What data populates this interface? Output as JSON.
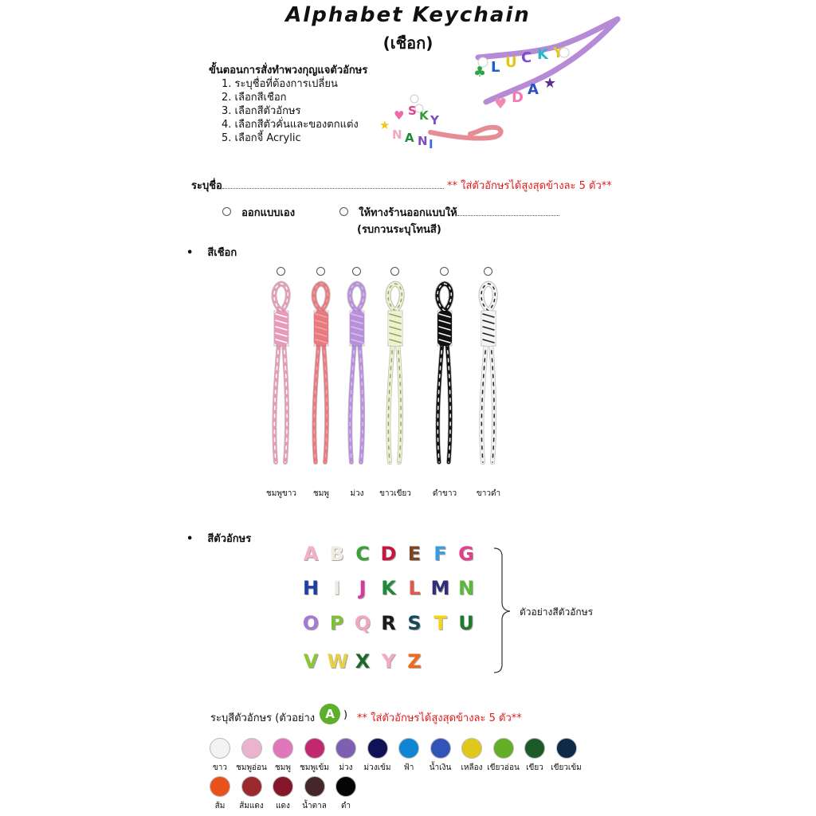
{
  "header": {
    "title": "Alphabet Keychain",
    "subtitle": "(เชือก)"
  },
  "steps": {
    "heading": "ขั้นตอนการสั่งทำพวงกุญแจตัวอักษร",
    "items": [
      "1. ระบุชื่อที่ต้องการเปลี่ยน",
      "2. เลือกสีเชือก",
      "3. เลือกสีตัวอักษร",
      "4. เลือกสีตัวคั่นและของตกแต่ง",
      "5. เลือกจี้ Acrylic"
    ]
  },
  "name_field": {
    "label": "ระบุชื่อ",
    "note": "** ใส่ตัวอักษรได้สูงสุดข้างละ 5 ตัว**"
  },
  "design_options": {
    "self": "ออกแบบเอง",
    "shop": "ให้ทางร้านออกแบบให้",
    "shop_note": "(รบกวนระบุโทนสี)"
  },
  "rope_section": {
    "heading": "สีเชือก",
    "ropes": [
      {
        "label": "ชมพูขาว",
        "main": "#e79bb9",
        "accent": "#ffffff"
      },
      {
        "label": "ชมพู",
        "main": "#e8797f",
        "accent": "#f2a3a6"
      },
      {
        "label": "ม่วง",
        "main": "#b98fdc",
        "accent": "#d8bff0"
      },
      {
        "label": "ขาวเขียว",
        "main": "#eef0d2",
        "accent": "#8ea85c"
      },
      {
        "label": "ดำขาว",
        "main": "#111111",
        "accent": "#ffffff"
      },
      {
        "label": "ขาวดำ",
        "main": "#f4f4f4",
        "accent": "#222222"
      }
    ]
  },
  "letters_section": {
    "heading": "สีตัวอักษร",
    "bracket_label": "ตัวอย่างสีตัวอักษร",
    "rows": [
      [
        {
          "ch": "A",
          "color": "#f3b0c8"
        },
        {
          "ch": "B",
          "color": "#f1ece2"
        },
        {
          "ch": "C",
          "color": "#39a236"
        },
        {
          "ch": "D",
          "color": "#c4173d"
        },
        {
          "ch": "E",
          "color": "#7a4524"
        },
        {
          "ch": "F",
          "color": "#3a9be0"
        },
        {
          "ch": "G",
          "color": "#e2408a"
        }
      ],
      [
        {
          "ch": "H",
          "color": "#1e3ea6"
        },
        {
          "ch": "I",
          "color": "#f1ece2"
        },
        {
          "ch": "J",
          "color": "#d83a9c"
        },
        {
          "ch": "K",
          "color": "#1f8a3a"
        },
        {
          "ch": "L",
          "color": "#e2584a"
        },
        {
          "ch": "M",
          "color": "#2d2f7a"
        },
        {
          "ch": "N",
          "color": "#5bb83a"
        }
      ],
      [
        {
          "ch": "O",
          "color": "#a57ad6"
        },
        {
          "ch": "P",
          "color": "#7fc038"
        },
        {
          "ch": "Q",
          "color": "#f2a7c0"
        },
        {
          "ch": "R",
          "color": "#1a1a1a"
        },
        {
          "ch": "S",
          "color": "#164a5a"
        },
        {
          "ch": "T",
          "color": "#f4d51a"
        },
        {
          "ch": "U",
          "color": "#1f7a2c"
        }
      ],
      [
        {
          "ch": "V",
          "color": "#8cc43a"
        },
        {
          "ch": "W",
          "color": "#e6d24a"
        },
        {
          "ch": "X",
          "color": "#1b6a2a"
        },
        {
          "ch": "Y",
          "color": "#f4a9c3"
        },
        {
          "ch": "Z",
          "color": "#ef6a1c"
        }
      ]
    ]
  },
  "letter_color_pick": {
    "label_before": "ระบุสีตัวอักษร (ตัวอย่าง",
    "example_letter": "A",
    "label_after": ")",
    "note": "** ใส่ตัวอักษรได้สูงสุดข้างละ 5 ตัว**",
    "swatches": [
      {
        "label": "ขาว",
        "color": "#f3f3f3"
      },
      {
        "label": "ชมพูอ่อน",
        "color": "#eab4cf"
      },
      {
        "label": "ชมพู",
        "color": "#e276bb"
      },
      {
        "label": "ชมพูเข้ม",
        "color": "#c1286e"
      },
      {
        "label": "ม่วง",
        "color": "#7e60b3"
      },
      {
        "label": "ม่วงเข้ม",
        "color": "#101256"
      },
      {
        "label": "ฟ้า",
        "color": "#0e86d4"
      },
      {
        "label": "น้ำเงิน",
        "color": "#3253b8"
      },
      {
        "label": "เหลือง",
        "color": "#e0c81a"
      },
      {
        "label": "เขียวอ่อน",
        "color": "#63ae24"
      },
      {
        "label": "เขียว",
        "color": "#1e5a28"
      },
      {
        "label": "เขียวเข้ม",
        "color": "#0e2a48"
      },
      {
        "label": "ส้ม",
        "color": "#e9511a"
      },
      {
        "label": "ส้มแดง",
        "color": "#9a2a2e"
      },
      {
        "label": "แดง",
        "color": "#84172a"
      },
      {
        "label": "น้ำตาล",
        "color": "#45262a"
      },
      {
        "label": "ดำ",
        "color": "#050505"
      }
    ]
  }
}
